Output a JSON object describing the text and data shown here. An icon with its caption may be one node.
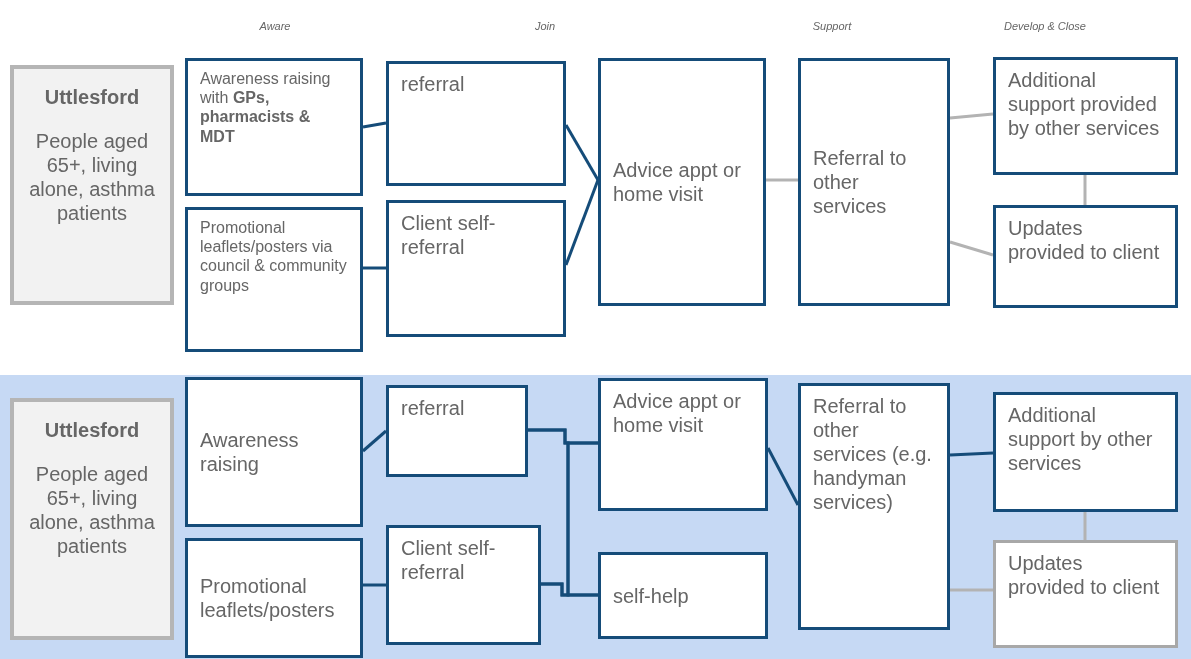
{
  "diagram": {
    "nodes": [
      {
        "text": [
          "Uttlesford",
          "People aged 65+,  living alone, asthma patients"
        ]
      },
      {
        "text": [
          "Awareness raising with **GPs, pharmacists & MDT**"
        ]
      },
      {
        "text": [
          "Promotional leaflets/posters via council & community groups"
        ]
      },
      {
        "text": [
          "referral"
        ]
      },
      {
        "text": [
          "Client self-referral"
        ]
      },
      {
        "text": [
          "Advice appt or home visit"
        ]
      },
      {
        "text": [
          "Referral to other services"
        ]
      },
      {
        "text": [
          "Additional support provided by other services"
        ]
      },
      {
        "text": [
          "Updates provided to client"
        ]
      },
      {
        "text": [
          "Uttlesford",
          "People aged 65+,  living alone, asthma patients"
        ]
      },
      {
        "text": [
          "Awareness raising"
        ]
      },
      {
        "text": [
          "Promotional leaflets/posters"
        ]
      },
      {
        "text": [
          "referral"
        ]
      },
      {
        "text": [
          "Client self-referral"
        ]
      },
      {
        "text": [
          "Advice appt or home visit"
        ]
      },
      {
        "text": [
          "self-help"
        ]
      },
      {
        "text": [
          "Referral to other services (e.g. handyman services)"
        ]
      },
      {
        "text": [
          "Additional support by other services"
        ]
      },
      {
        "text": [
          "Updates provided to client"
        ]
      }
    ],
    "edges": [
      {
        "from": 1,
        "to": 3,
        "arrow": "none"
      },
      {
        "from": 2,
        "to": 4,
        "arrow": "none"
      },
      {
        "from": 3,
        "to": 5,
        "arrow": "none"
      },
      {
        "from": 4,
        "to": 5,
        "arrow": "none"
      },
      {
        "from": 5,
        "to": 6,
        "arrow": "none",
        "color": "#b3b3b3"
      },
      {
        "from": 6,
        "to": 7,
        "arrow": "none",
        "color": "#b3b3b3"
      },
      {
        "from": 6,
        "to": 8,
        "arrow": "none",
        "color": "#b3b3b3"
      },
      {
        "from": 7,
        "to": 8,
        "arrow": "none",
        "color": "#b3b3b3"
      },
      {
        "from": 10,
        "to": 12,
        "arrow": "none"
      },
      {
        "from": 11,
        "to": 13,
        "arrow": "none"
      },
      {
        "from": 12,
        "to": 14,
        "arrow": "none"
      },
      {
        "from": 12,
        "to": 15,
        "arrow": "none"
      },
      {
        "from": 13,
        "to": 14,
        "arrow": "none"
      },
      {
        "from": 13,
        "to": 15,
        "arrow": "none"
      },
      {
        "from": 14,
        "to": 16,
        "arrow": "none"
      },
      {
        "from": 16,
        "to": 17,
        "arrow": "none"
      },
      {
        "from": 16,
        "to": 18,
        "arrow": "none",
        "color": "#b3b3b3"
      },
      {
        "from": 17,
        "to": 18,
        "arrow": "none",
        "color": "#b3b3b3"
      }
    ],
    "labels": [
      "Aware",
      "Join",
      "Support",
      "Develop & Close"
    ]
  }
}
